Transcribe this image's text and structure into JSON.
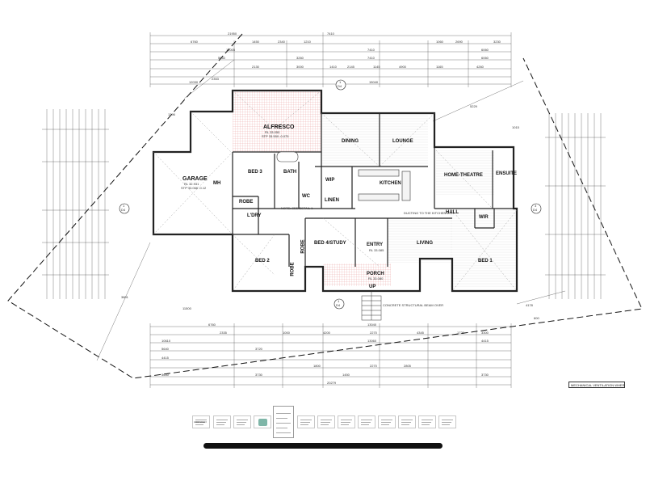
{
  "plan": {
    "rooms": {
      "alfresco": {
        "name": "ALFRESCO",
        "rl": "RL 33.050",
        "stp": "STP 33.550 -0.075"
      },
      "dining": {
        "name": "DINING"
      },
      "lounge": {
        "name": "LOUNGE"
      },
      "garage": {
        "name": "GARAGE",
        "rl": "RL 32.931",
        "stp": "STP 33.066 -0.12"
      },
      "bed3": {
        "name": "BED 3"
      },
      "bath": {
        "name": "BATH"
      },
      "wc": {
        "name": "WC"
      },
      "linen": {
        "name": "LINEN"
      },
      "wip": {
        "name": "WIP"
      },
      "kitchen": {
        "name": "KITCHEN"
      },
      "home_theatre": {
        "name": "HOME-THEATRE"
      },
      "ensuite": {
        "name": "ENSUITE"
      },
      "robe_a": {
        "name": "ROBE"
      },
      "ldry": {
        "name": "L'DRY"
      },
      "mh": {
        "name": "MH"
      },
      "hall": {
        "name": "HALL"
      },
      "wir": {
        "name": "WIR"
      },
      "bed4": {
        "name": "BED 4/STUDY"
      },
      "entry": {
        "name": "ENTRY",
        "rl": "RL 33.085"
      },
      "living": {
        "name": "LIVING"
      },
      "bed2": {
        "name": "BED 2"
      },
      "robe_b": {
        "name": "ROBE"
      },
      "robe_c": {
        "name": "ROBE"
      },
      "porch": {
        "name": "PORCH",
        "rl": "RL 33.080"
      },
      "bed1": {
        "name": "BED 1"
      },
      "up": {
        "name": "UP"
      }
    },
    "section_markers": [
      {
        "num": "1",
        "ref": "D4"
      },
      {
        "num": "1",
        "ref": "D4"
      },
      {
        "num": "3",
        "ref": "D4"
      },
      {
        "num": "1",
        "ref": "D4"
      }
    ],
    "dims_top": [
      "21950",
      "7410",
      "6760",
      "1450",
      "2340",
      "1210",
      "1060",
      "2690",
      "3230",
      "12005",
      "7410",
      "6060",
      "5060",
      "3260",
      "2130",
      "3000",
      "1410",
      "2145",
      "1145",
      "4900",
      "1165",
      "4260",
      "16015",
      "7410",
      "12030",
      "6500",
      "15040"
    ],
    "dims_bottom": [
      "6760",
      "13040",
      "2340",
      "2460",
      "1060",
      "1000",
      "4200",
      "2270",
      "4345",
      "1720",
      "3300",
      "4415",
      "2335",
      "3720",
      "1800",
      "1950",
      "4175",
      "20279",
      "5640",
      "3730",
      "1800",
      "1450",
      "2805",
      "13060",
      "10610",
      "1480"
    ],
    "dims_misc": [
      "5229",
      "1015",
      "1396",
      "2353",
      "3801",
      "11500",
      "4178",
      "600"
    ],
    "notes": {
      "note_pending": "NOTE: SEE DETAIL 1",
      "ducting": "DUCTING TO THE KITCHEN EXH",
      "concrete": "CONCRETE STRUCTURAL BEAM OVER"
    }
  },
  "note_box": {
    "text": "MECHANICAL VENTILATION WHERE"
  },
  "thumbnails": [
    {
      "caption": "ARRISDEN"
    },
    {
      "caption": ""
    },
    {
      "caption": ""
    },
    {
      "caption": ""
    },
    {
      "caption": ""
    },
    {
      "caption": ""
    },
    {
      "caption": ""
    },
    {
      "caption": ""
    },
    {
      "caption": ""
    },
    {
      "caption": ""
    },
    {
      "caption": ""
    },
    {
      "caption": ""
    },
    {
      "caption": ""
    }
  ],
  "colors": {
    "wall": "#2a2a2a",
    "hatch": "#d9534f",
    "line": "#444444",
    "accent": "#7fb6a8"
  }
}
